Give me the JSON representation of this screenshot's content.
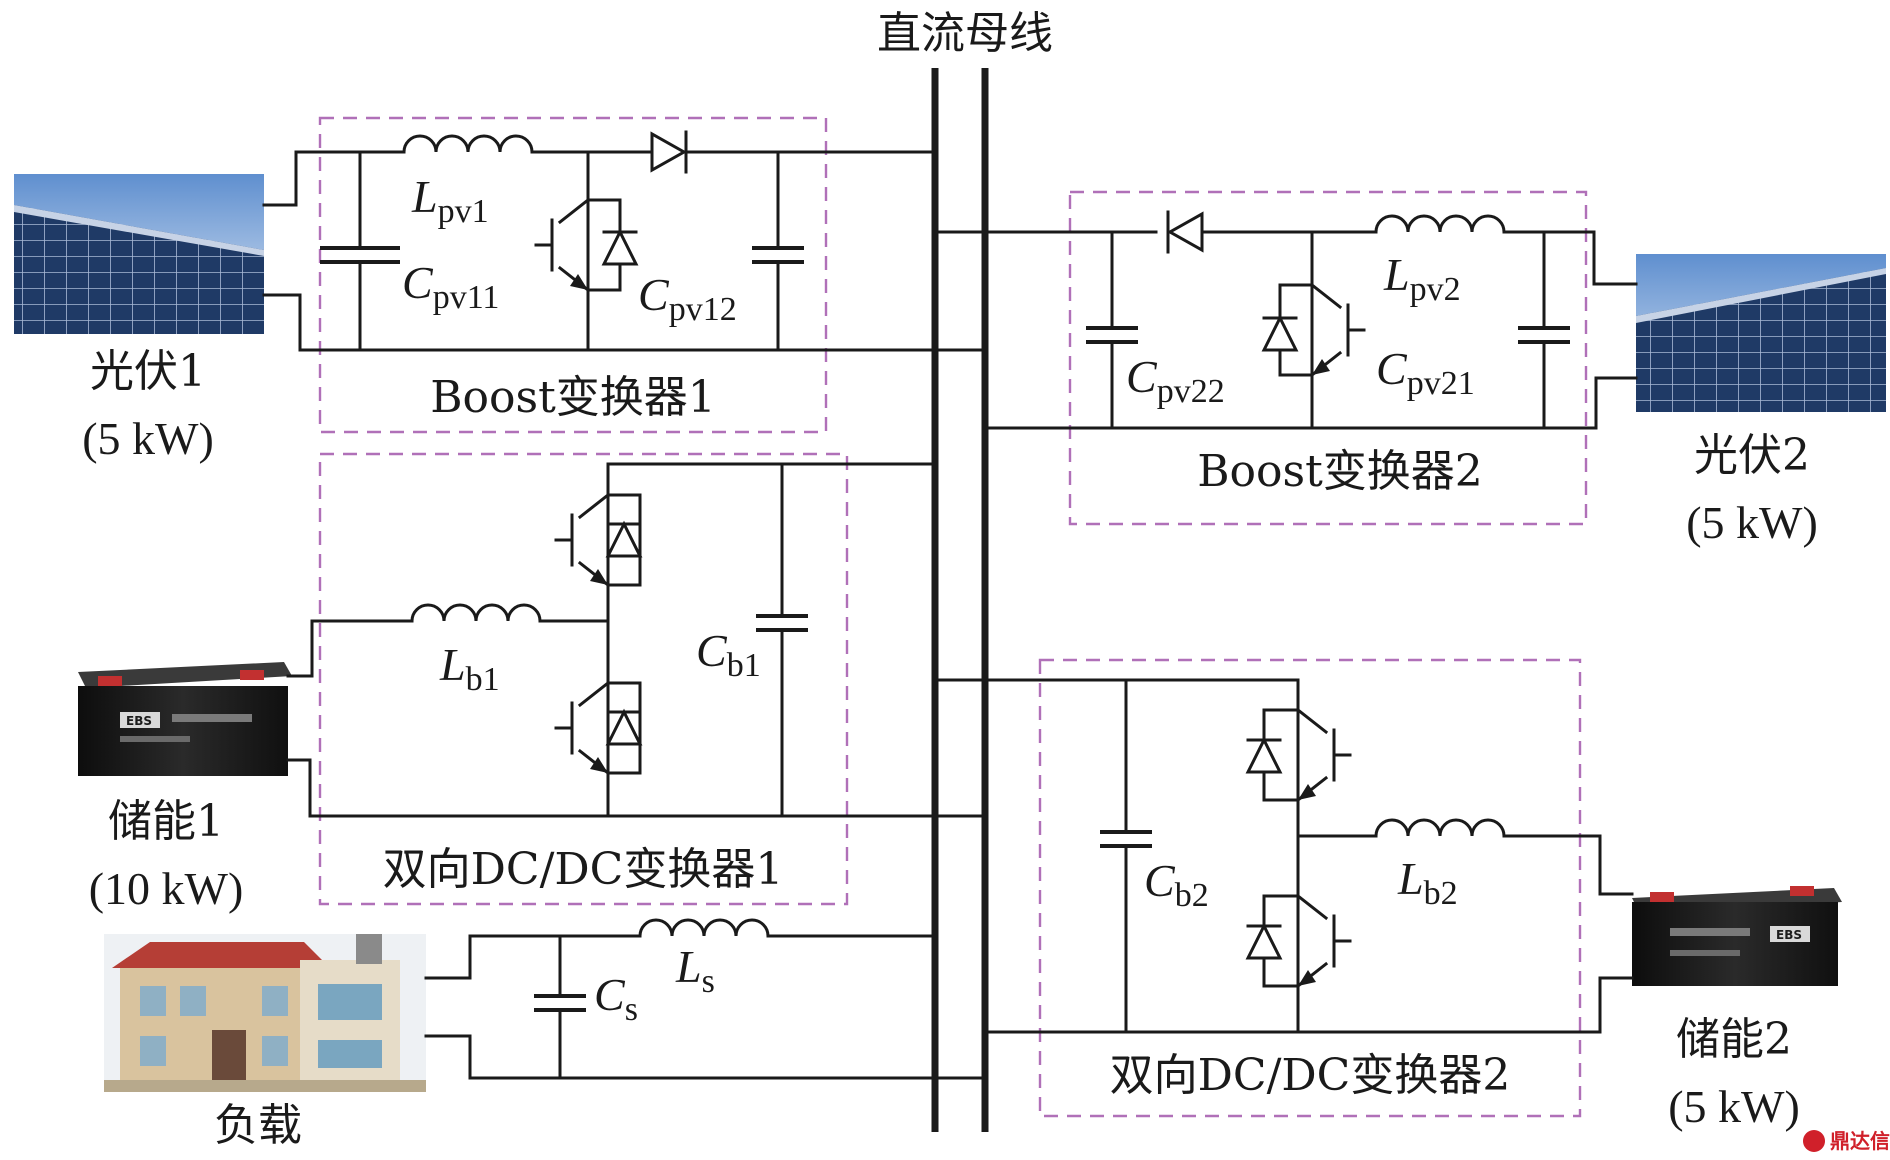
{
  "bus_label": "直流母线",
  "converters": {
    "boost1": "Boost变换器1",
    "boost2": "Boost变换器2",
    "dcdc1": "双向DC/DC变换器1",
    "dcdc2": "双向DC/DC变换器2"
  },
  "sources": {
    "pv1": {
      "name": "光伏1",
      "power": "(5 kW)"
    },
    "pv2": {
      "name": "光伏2",
      "power": "(5 kW)"
    },
    "storage1": {
      "name": "储能1",
      "power": "(10 kW)"
    },
    "storage2": {
      "name": "储能2",
      "power": "(5 kW)"
    },
    "load": {
      "name": "负载"
    }
  },
  "components": {
    "Lpv1": {
      "main": "L",
      "sub": "pv1"
    },
    "Cpv11": {
      "main": "C",
      "sub": "pv11"
    },
    "Cpv12": {
      "main": "C",
      "sub": "pv12"
    },
    "Lpv2": {
      "main": "L",
      "sub": "pv2"
    },
    "Cpv21": {
      "main": "C",
      "sub": "pv21"
    },
    "Cpv22": {
      "main": "C",
      "sub": "pv22"
    },
    "Lb1": {
      "main": "L",
      "sub": "b1"
    },
    "Cb1": {
      "main": "C",
      "sub": "b1"
    },
    "Lb2": {
      "main": "L",
      "sub": "b2"
    },
    "Cb2": {
      "main": "C",
      "sub": "b2"
    },
    "Ls": {
      "main": "L",
      "sub": "s"
    },
    "Cs": {
      "main": "C",
      "sub": "s"
    }
  },
  "battery_labels": {
    "brand1": "EBS",
    "brand2": "EBS"
  },
  "watermark": "鼎达信",
  "colors": {
    "box": "#b070b8",
    "wire": "#1a1a1a",
    "panel": "#2c4f8a",
    "battery": "#1c1c1c"
  }
}
